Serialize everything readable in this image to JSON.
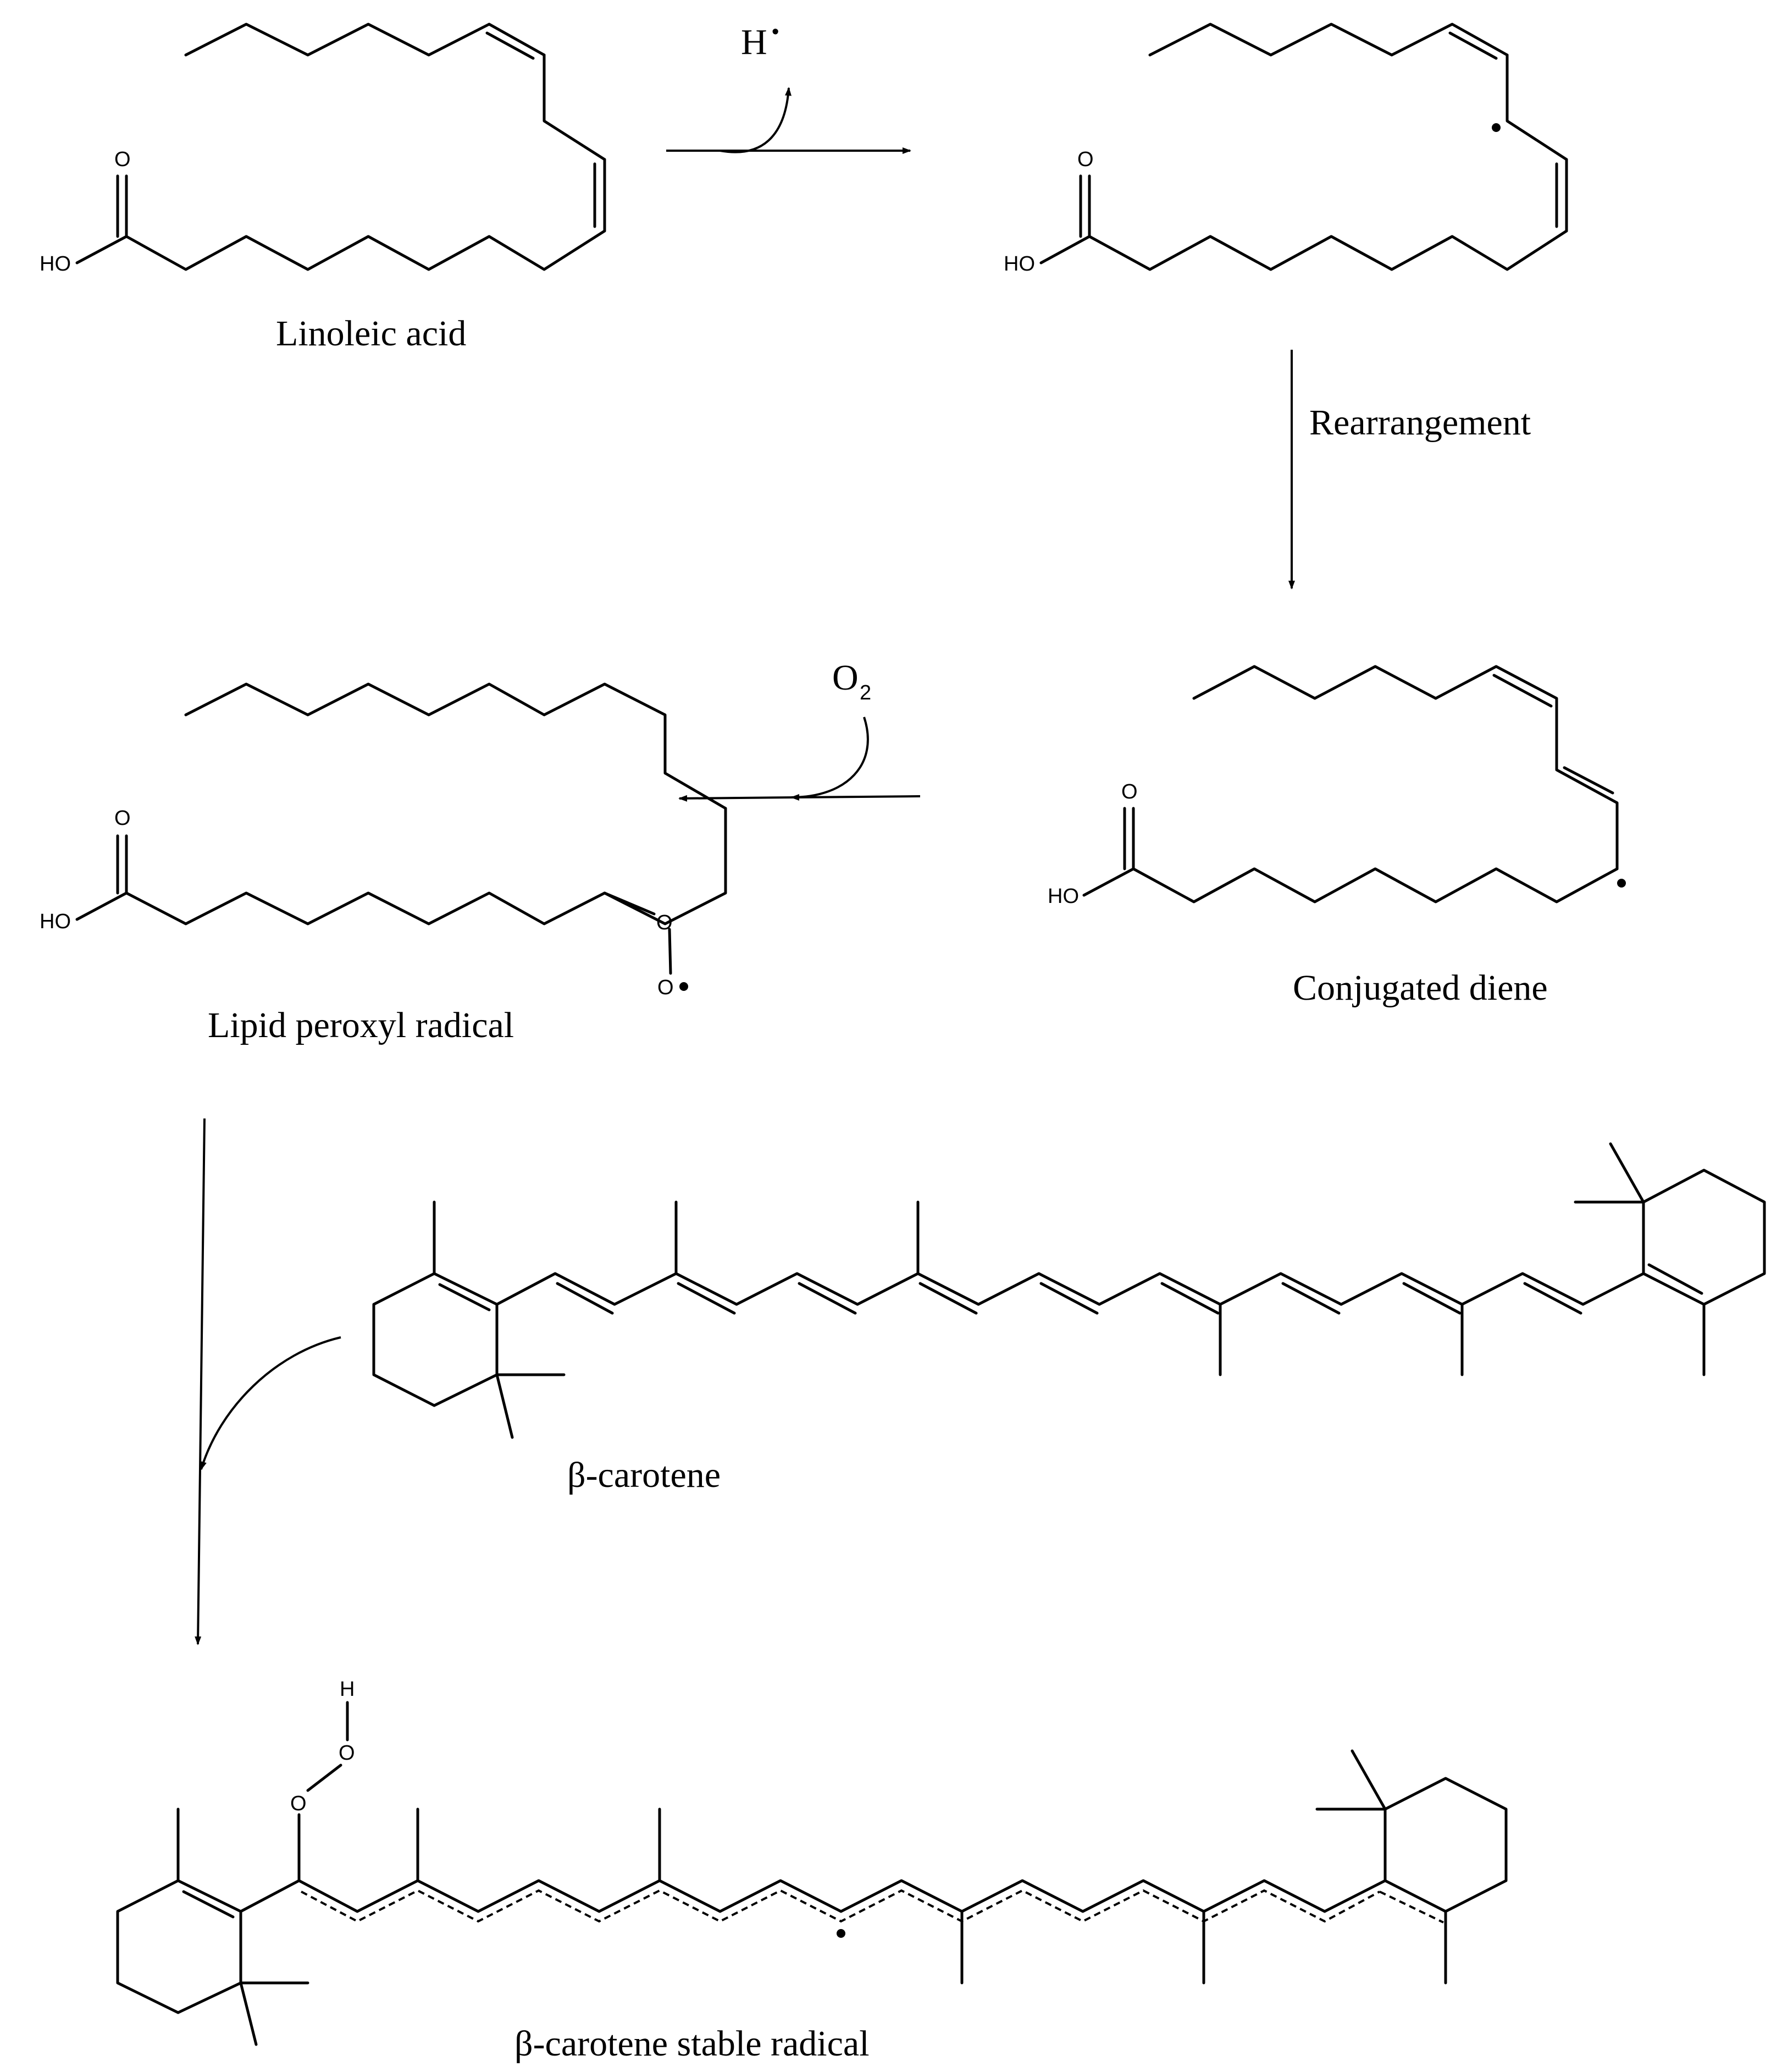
{
  "molecules": {
    "linoleic_acid": {
      "name": "Linoleic acid",
      "oxygen": "O",
      "hydroxyl": "HO"
    },
    "pentadienyl_radical": {
      "oxygen": "O",
      "hydroxyl": "HO"
    },
    "conjugated_diene": {
      "name": "Conjugated diene",
      "oxygen": "O",
      "hydroxyl": "HO"
    },
    "lipid_peroxyl_radical": {
      "name": "Lipid peroxyl radical",
      "oxygen": "O",
      "hydroxyl": "HO",
      "peroxy_o1": "O",
      "peroxy_o2": "O"
    },
    "beta_carotene": {
      "name": "β-carotene"
    },
    "beta_carotene_radical": {
      "name": "β-carotene stable radical",
      "hydrogen": "H",
      "o1": "O",
      "o2": "O"
    }
  },
  "reagents": {
    "h_radical": {
      "symbol": "H",
      "dot": "•"
    },
    "oxygen": {
      "symbol": "O",
      "subscript": "2"
    }
  },
  "steps": {
    "rearrangement": "Rearrangement"
  }
}
